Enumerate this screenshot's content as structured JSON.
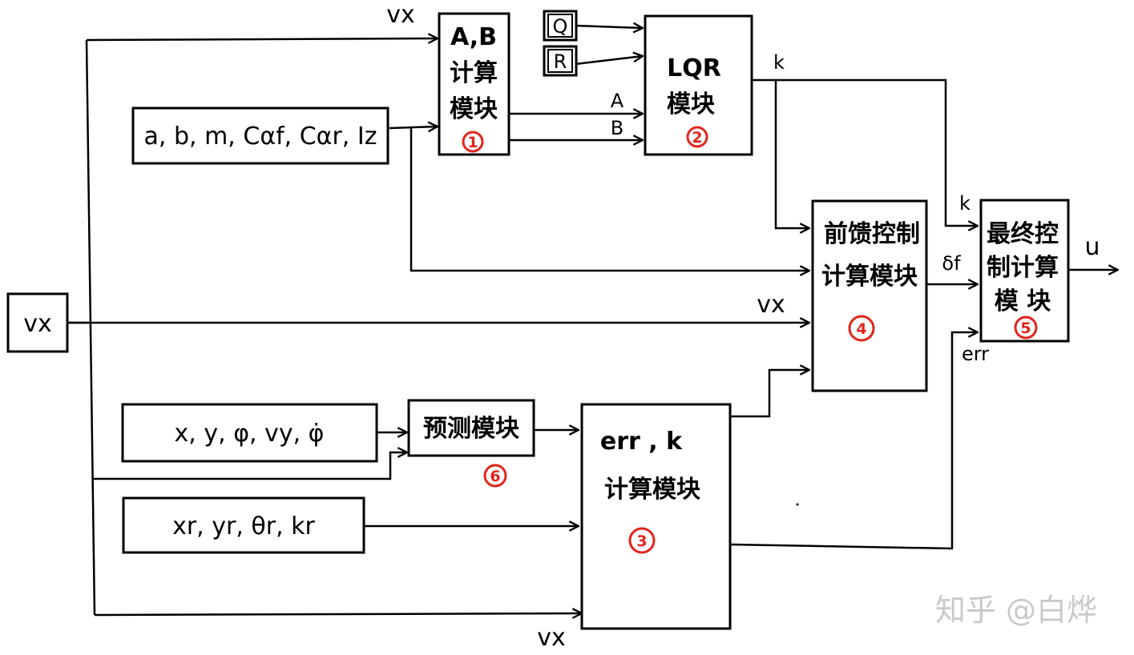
{
  "inputs": {
    "vx_source": "vx",
    "params": "a, b, m, Cαf, Cαr, Iz",
    "state": "x, y, φ, vy, φ̇",
    "reference": "xr, yr, θr, kr",
    "Q": "Q",
    "R": "R"
  },
  "blocks": {
    "ab_calc": {
      "lines": [
        "A,B",
        "计算",
        "模块"
      ],
      "number": "1"
    },
    "lqr": {
      "lines": [
        "LQR",
        "模块"
      ],
      "number": "2"
    },
    "err_k": {
      "lines": [
        "err , k",
        "计算模块"
      ],
      "number": "3"
    },
    "feedforward": {
      "lines": [
        "前馈控制",
        "计算模块"
      ],
      "number": "4"
    },
    "final": {
      "lines": [
        "最终控",
        "制计算",
        "模 块"
      ],
      "number": "5"
    },
    "predict": {
      "lines": [
        "预测模块"
      ],
      "number": "6"
    }
  },
  "signals": {
    "vx_top": "vx",
    "vx_mid": "vx",
    "vx_bottom": "vx",
    "A": "A",
    "B": "B",
    "k_lqr": "k",
    "k_final": "k",
    "delta_f": "δf",
    "err": "err",
    "u": "u"
  },
  "watermark": "知乎 @白烨"
}
